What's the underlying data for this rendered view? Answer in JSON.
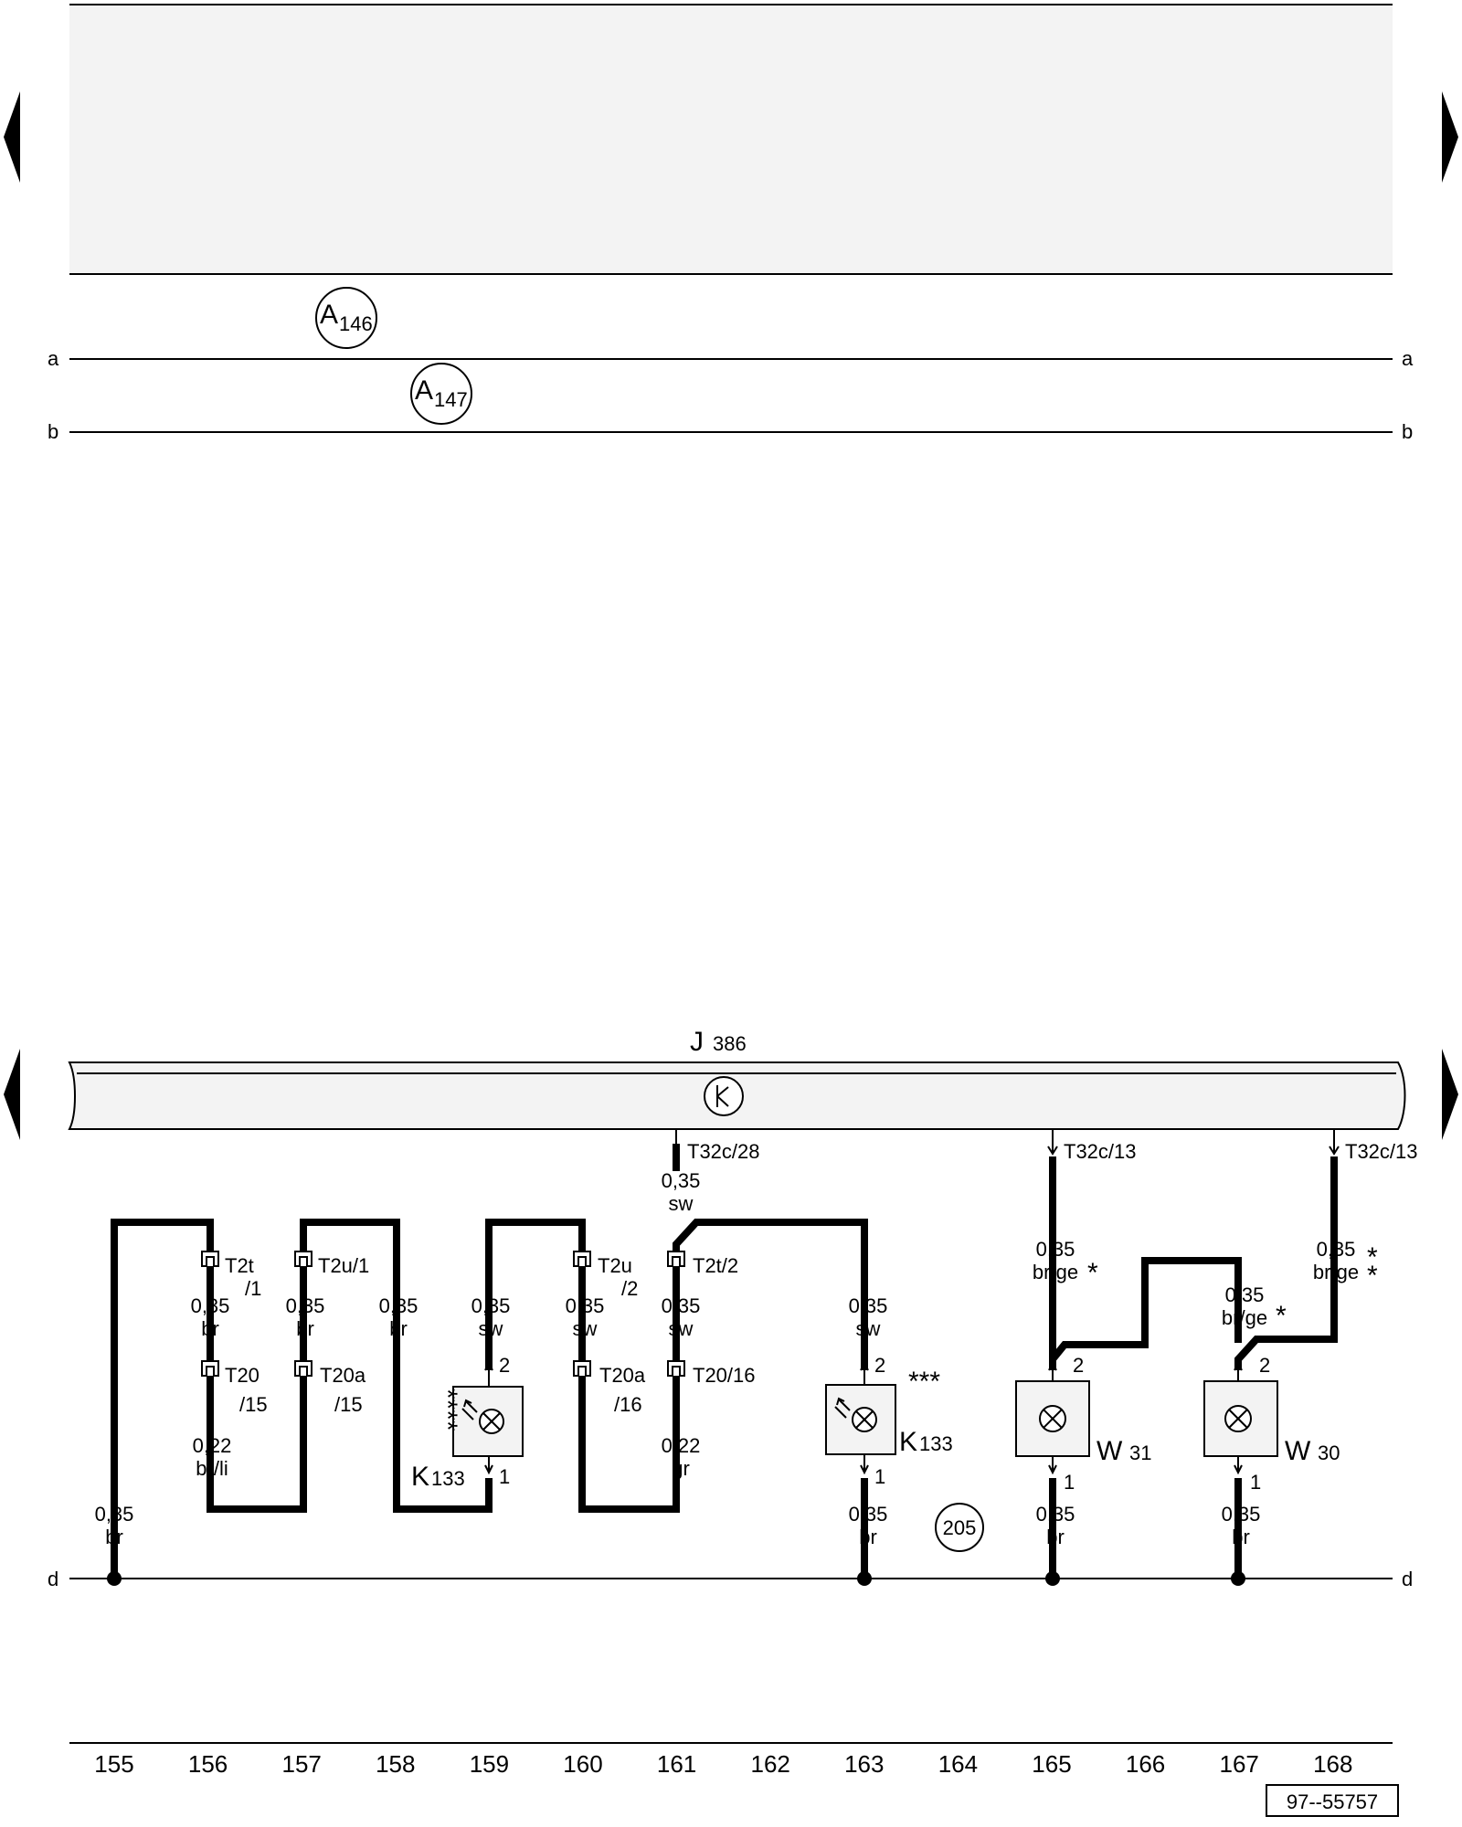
{
  "busbars": {
    "a": "a",
    "b": "b",
    "d": "d"
  },
  "refs": {
    "a146": {
      "main": "A",
      "sub": "146"
    },
    "a147": {
      "main": "A",
      "sub": "147"
    },
    "r205": "205"
  },
  "module": {
    "main": "J",
    "sub": "386"
  },
  "connectors": {
    "t32c_28": "T32c/28",
    "t32c_13a": "T32c/13",
    "t32c_13b": "T32c/13",
    "t2t_1a": "T2t",
    "t2t_1b": "/1",
    "t2u_1": "T2u/1",
    "t2u_2a": "T2u",
    "t2u_2b": "/2",
    "t2t_2": "T2t/2",
    "t20_15a": "T20",
    "t20_15b": "/15",
    "t20a_15a": "T20a",
    "t20a_15b": "/15",
    "t20a_16a": "T20a",
    "t20a_16b": "/16",
    "t20_16": "T20/16"
  },
  "wires": {
    "w155": {
      "size": "0,35",
      "color": "br"
    },
    "w156a": {
      "size": "0,35",
      "color": "br"
    },
    "w156b": {
      "size": "0,22",
      "color": "br/li"
    },
    "w157": {
      "size": "0,35",
      "color": "br"
    },
    "w158": {
      "size": "0,35",
      "color": "br"
    },
    "w159": {
      "size": "0,35",
      "color": "sw"
    },
    "w160": {
      "size": "0,35",
      "color": "sw"
    },
    "w161top": {
      "size": "0,35",
      "color": "sw"
    },
    "w161a": {
      "size": "0,35",
      "color": "sw"
    },
    "w161b": {
      "size": "0,22",
      "color": "gr"
    },
    "w163a": {
      "size": "0,35",
      "color": "sw"
    },
    "w163b": {
      "size": "0,35",
      "color": "br"
    },
    "w165a": {
      "size": "0,35",
      "color": "br/ge"
    },
    "w165b": {
      "size": "0,35",
      "color": "br"
    },
    "w167a": {
      "size": "0,35",
      "color": "br/ge"
    },
    "w167b": {
      "size": "0,35",
      "color": "br"
    },
    "w168": {
      "size": "0,35",
      "color": "br/ge"
    }
  },
  "components": {
    "k133a": {
      "main": "K",
      "sub": "133",
      "stars": "****"
    },
    "k133b": {
      "main": "K",
      "sub": "133",
      "stars": "***"
    },
    "w31": {
      "main": "W",
      "sub": "31"
    },
    "w30": {
      "main": "W",
      "sub": "30"
    }
  },
  "pins": {
    "one": "1",
    "two": "2"
  },
  "footnote_star": "*",
  "columns": [
    "155",
    "156",
    "157",
    "158",
    "159",
    "160",
    "161",
    "162",
    "163",
    "164",
    "165",
    "166",
    "167",
    "168"
  ],
  "doc_code": "97--55757"
}
